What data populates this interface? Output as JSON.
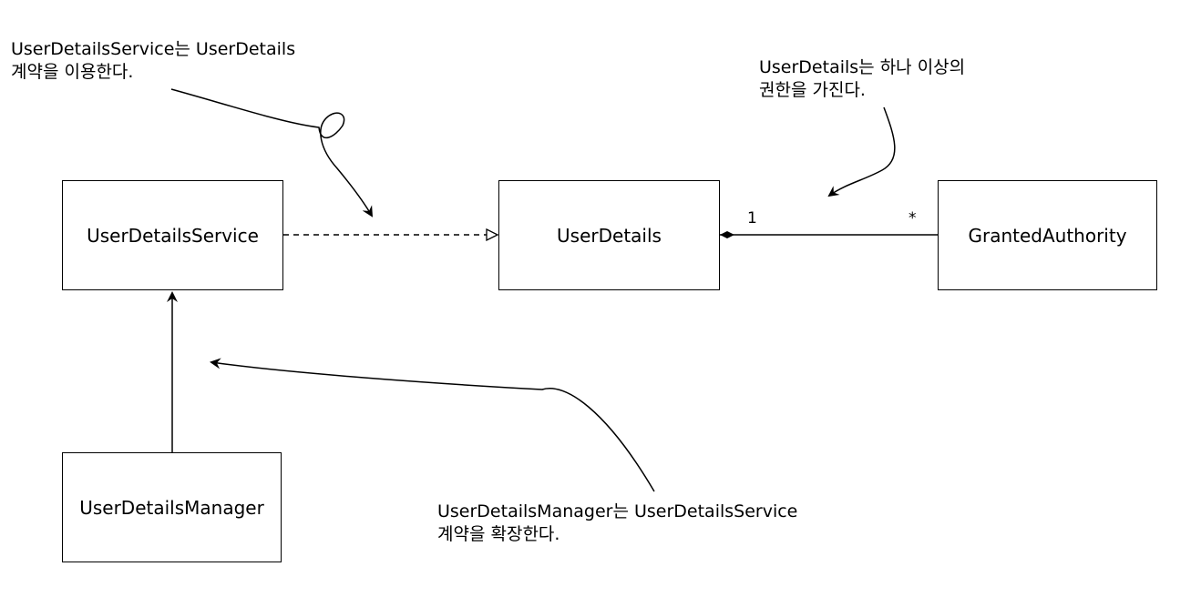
{
  "boxes": {
    "user_details_service": "UserDetailsService",
    "user_details": "UserDetails",
    "granted_authority": "GrantedAuthority",
    "user_details_manager": "UserDetailsManager"
  },
  "multiplicity": {
    "user_details_end": "1",
    "authority_end": "*"
  },
  "notes": {
    "service_uses_contract": [
      "UserDetailsService는 UserDetails",
      "계약을 이용한다."
    ],
    "details_has_authorities": [
      "UserDetails는 하나 이상의",
      "권한을 가진다."
    ],
    "manager_extends_service": [
      "UserDetailsManager는 UserDetailsService",
      "계약을 확장한다."
    ]
  }
}
